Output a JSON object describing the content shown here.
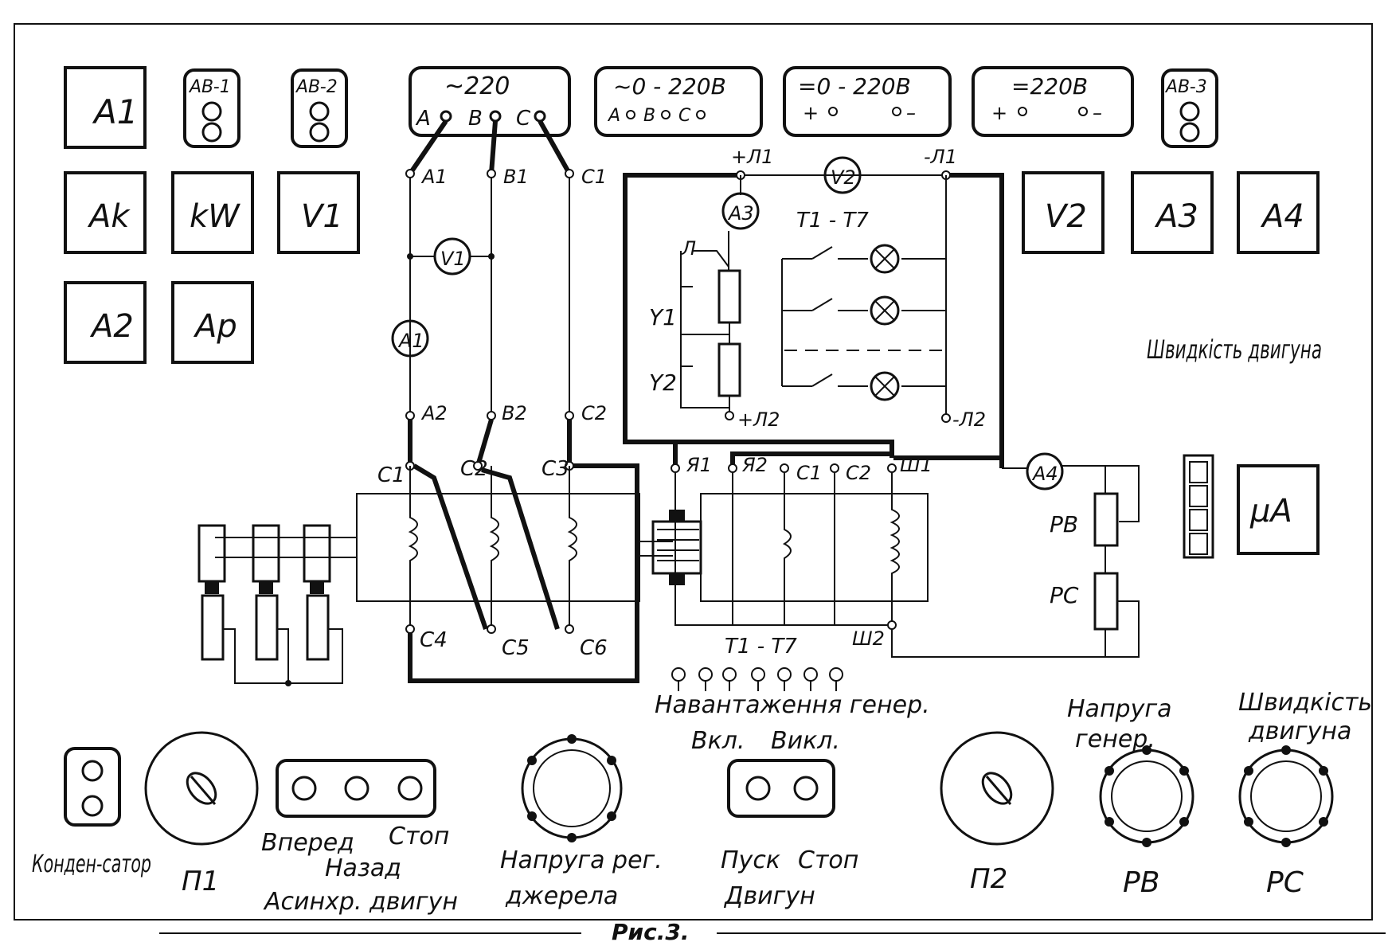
{
  "figure_caption": "Рис.3.",
  "meters_left": [
    "A1",
    "Ak",
    "kW",
    "V1",
    "A2",
    "Ap"
  ],
  "meters_right": [
    "V2",
    "A3",
    "A4"
  ],
  "breakers": [
    "AB-1",
    "AB-2",
    "AB-3"
  ],
  "supply_panels": {
    "ac220": {
      "title": "~220",
      "terminals": [
        "A",
        "B",
        "C"
      ]
    },
    "ac_var": {
      "title": "~0 - 220В",
      "terminals": [
        "A",
        "B",
        "C"
      ]
    },
    "dc_var": {
      "title": "=0 - 220В",
      "plus": "+",
      "minus": "–"
    },
    "dc220": {
      "title": "=220В",
      "plus": "+",
      "minus": "–"
    }
  },
  "ac_circuit": {
    "upper_terminals": [
      "A1",
      "B1",
      "C1"
    ],
    "lower_terminals": [
      "A2",
      "B2",
      "C2"
    ],
    "voltmeter": "V1",
    "ammeter": "A1",
    "stator_top": [
      "C1",
      "C2",
      "C3"
    ],
    "stator_bottom": [
      "C4",
      "C5",
      "C6"
    ]
  },
  "dc_circuit": {
    "plus_l1": "+Л1",
    "minus_l1": "-Л1",
    "voltmeter": "V2",
    "ammeter_a3": "A3",
    "switch_group": "T1 - T7",
    "relay_contact": "Л",
    "relay_y1": "Y1",
    "relay_y2": "Y2",
    "plus_l2": "+Л2",
    "minus_l2": "-Л2",
    "gen_terminals": [
      "Я1",
      "Я2",
      "C1",
      "C2",
      "Ш1"
    ],
    "shunt_bottom": "Ш2",
    "ammeter_a4": "A4",
    "rheostat_pv": "РВ",
    "rheostat_pc": "РС",
    "speed_label": "Швидкість двигуна",
    "speed_meter": "μA",
    "load_label": "T1 - T7"
  },
  "controls": {
    "capacitor": "Конден-сатор",
    "p1": "П1",
    "async_buttons": [
      "Вперед",
      "Стоп",
      "Назад"
    ],
    "async_caption": "Асинхр. двигун",
    "source_knob_1": "Напруга рег.",
    "source_knob_2": "джерела",
    "load_caption": "Навантаження генер.",
    "load_on": "Вкл.",
    "load_off": "Викл.",
    "motor_buttons": [
      "Пуск",
      "Стоп"
    ],
    "motor_caption": "Двигун",
    "p2": "П2",
    "gen_voltage_1": "Напруга",
    "gen_voltage_2": "генер.",
    "pb": "РВ",
    "speed_1": "Швидкість",
    "speed_2": "двигуна",
    "pc": "РС"
  }
}
